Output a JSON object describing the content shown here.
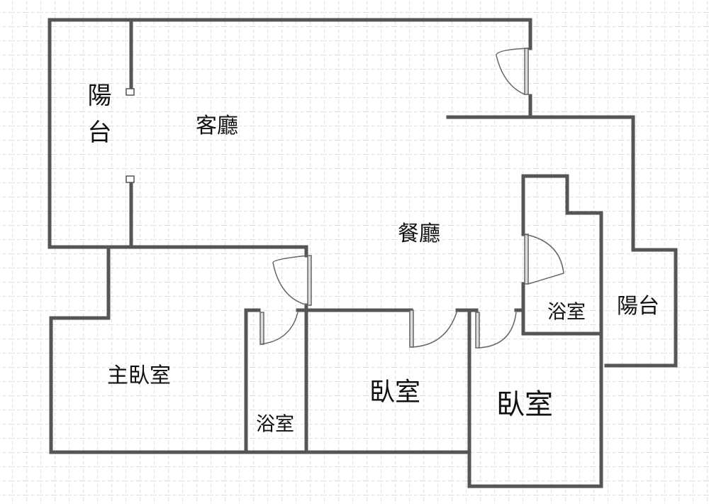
{
  "rooms": {
    "balcony_left": "陽台",
    "living_room": "客廳",
    "dining_room": "餐廳",
    "bathroom_right": "浴室",
    "balcony_right": "陽台",
    "master_bedroom": "主臥室",
    "bathroom_left": "浴室",
    "bedroom_middle": "臥室",
    "bedroom_right": "臥室"
  },
  "colors": {
    "wall": "#555555",
    "grid": "#cccccc",
    "door": "#666666"
  }
}
